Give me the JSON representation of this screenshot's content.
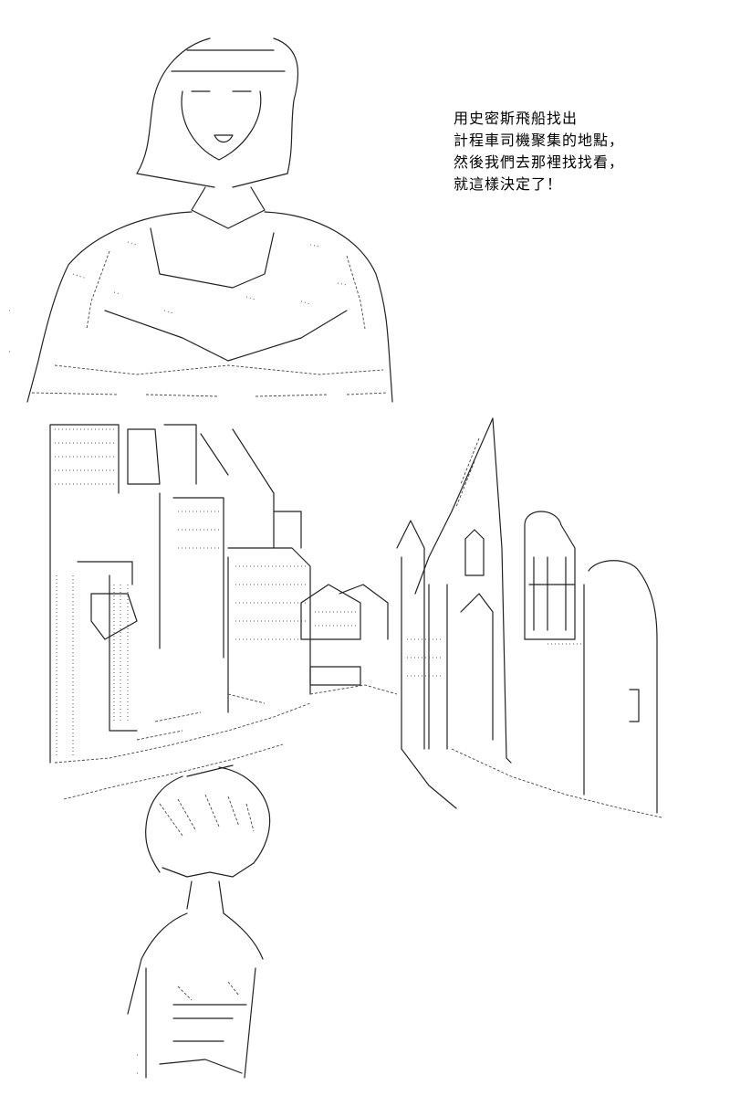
{
  "dialogue": {
    "lines": [
      "用史密斯飛船找出",
      "計程車司機聚集的地點，",
      "然後我們去那裡找找看，",
      "就這樣決定了！"
    ]
  },
  "colors": {
    "background": "#ffffff",
    "ink": "#000000"
  }
}
